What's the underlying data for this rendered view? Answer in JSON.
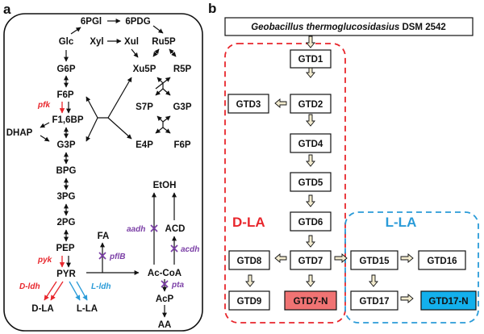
{
  "colors": {
    "red": "#e8262c",
    "blue": "#2a9bd8",
    "purple": "#7b3fa6",
    "black": "#111111",
    "red_box": "#f07373",
    "blue_box": "#13b0ec",
    "arrow_fill": "#f3eccf"
  },
  "panel_a": {
    "label": "a",
    "metabolites": {
      "PGl6": "6PGl",
      "PDG6": "6PDG",
      "Glc": "Glc",
      "Xyl": "Xyl",
      "Xul": "Xul",
      "Ru5P": "Ru5P",
      "G6P": "G6P",
      "Xu5P": "Xu5P",
      "R5P": "R5P",
      "F6P": "F6P",
      "S7P": "S7P",
      "G3P_ppp": "G3P",
      "F16BP": "F1,6BP",
      "DHAP": "DHAP",
      "G3P": "G3P",
      "E4P": "E4P",
      "F6P_ppp": "F6P",
      "BPG": "BPG",
      "PG3": "3PG",
      "PG2": "2PG",
      "PEP": "PEP",
      "PYR": "PYR",
      "DLA": "D-LA",
      "LLA": "L-LA",
      "FA": "FA",
      "EtOH": "EtOH",
      "ACD": "ACD",
      "AcCoA": "Ac-CoA",
      "AcP": "AcP",
      "AA": "AA"
    },
    "enzymes": {
      "pfk": "pfk",
      "pyk": "pyk",
      "dldh": "D-ldh",
      "lldh": "L-ldh",
      "pflB": "pflB",
      "aadh": "aadh",
      "acdh": "acdh",
      "pta": "pta"
    }
  },
  "panel_b": {
    "label": "b",
    "strain_italic": "Geobacillus thermoglucosidasius",
    "strain_suffix": " DSM 2542",
    "groups": {
      "d": "D-LA",
      "l": "L-LA"
    },
    "strains": {
      "GTD1": "GTD1",
      "GTD2": "GTD2",
      "GTD3": "GTD3",
      "GTD4": "GTD4",
      "GTD5": "GTD5",
      "GTD6": "GTD6",
      "GTD7": "GTD7",
      "GTD8": "GTD8",
      "GTD9": "GTD9",
      "GTD7N": "GTD7-N",
      "GTD15": "GTD15",
      "GTD16": "GTD16",
      "GTD17": "GTD17",
      "GTD17N": "GTD17-N"
    }
  }
}
